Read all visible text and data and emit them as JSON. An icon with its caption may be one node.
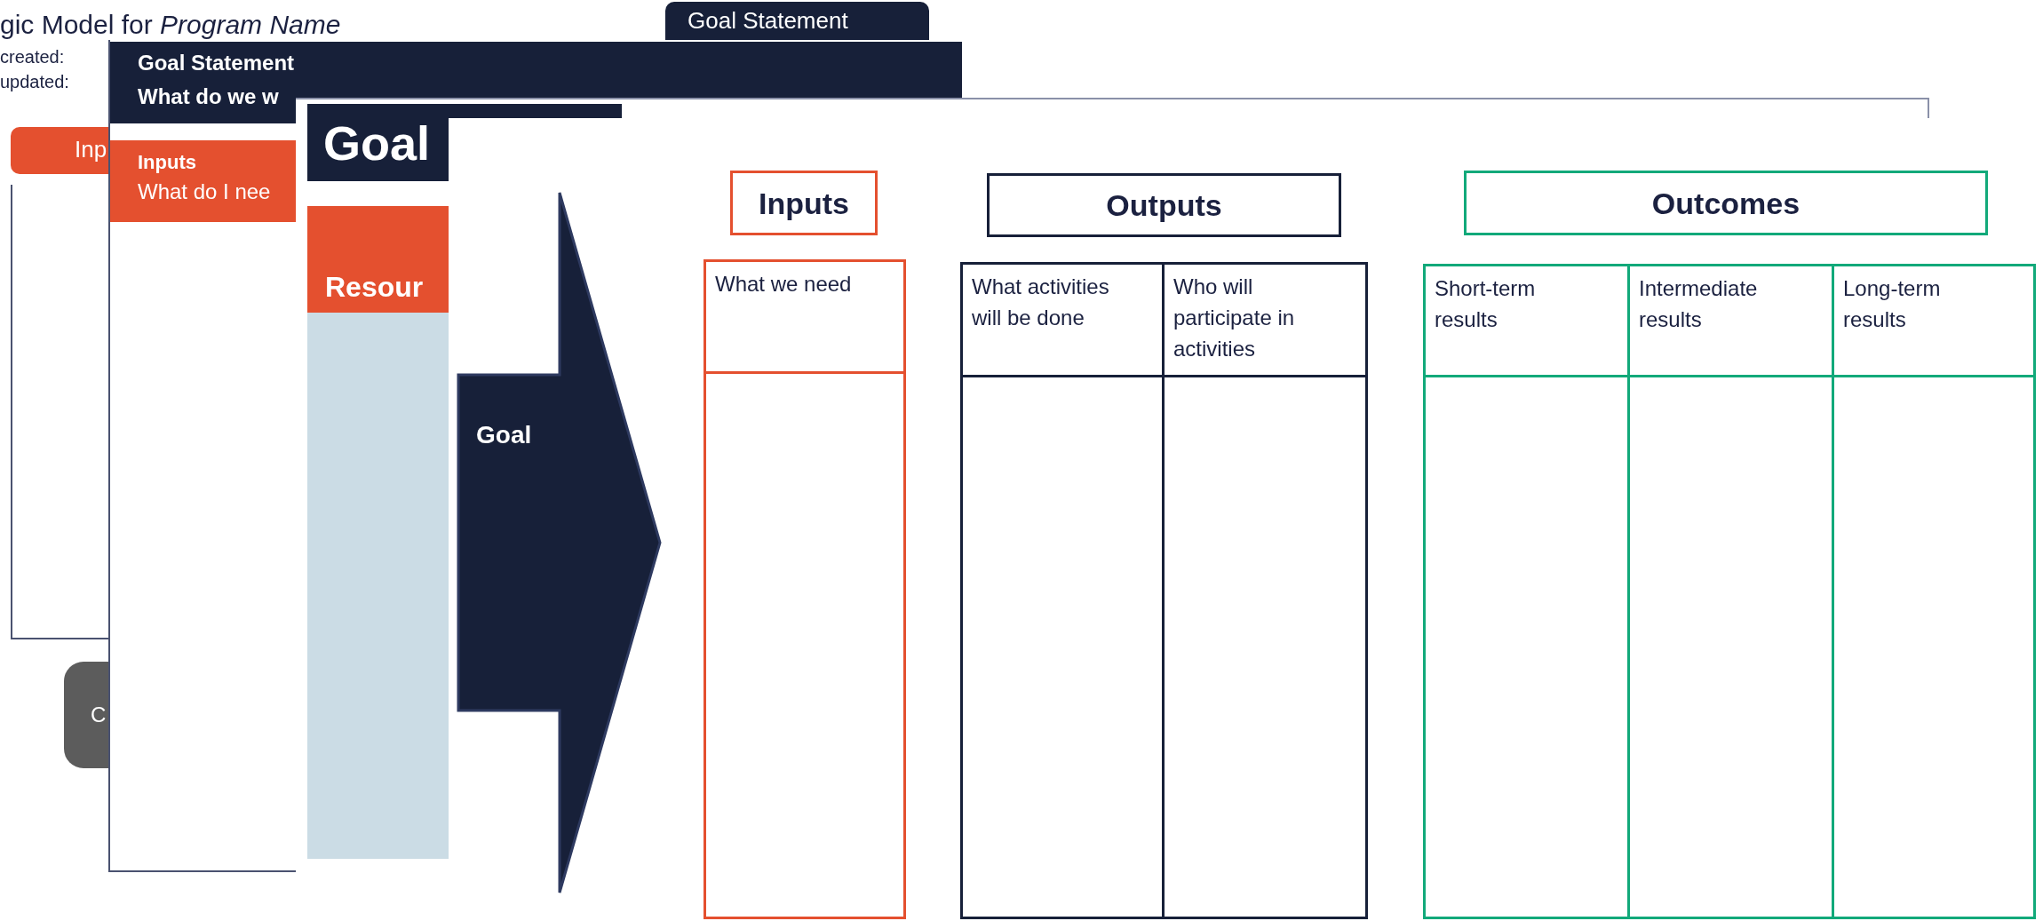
{
  "diagram": {
    "nodes": [
      {
        "text": [
          "Goal Statement"
        ]
      },
      {
        "text": [
          "Inp"
        ]
      },
      {
        "text": [
          "C"
        ]
      },
      {
        "text": [
          "Goal Statement",
          "What do we w"
        ]
      },
      {
        "text": [
          "Inputs",
          "What do I nee"
        ]
      },
      {
        "text": [
          "Goal"
        ]
      },
      {
        "text": [
          "Resour"
        ]
      },
      {
        "text": [
          "Goal"
        ]
      },
      {
        "text": [
          "Inputs"
        ]
      },
      {
        "text": [
          "Outputs"
        ]
      },
      {
        "text": [
          "Outcomes"
        ]
      },
      {
        "text": [
          "What we need"
        ]
      },
      {
        "text": [
          "What activities will be done"
        ]
      },
      {
        "text": [
          "Who will participate in activities"
        ]
      },
      {
        "text": [
          "Short-term results"
        ]
      },
      {
        "text": [
          "Intermediate results"
        ]
      },
      {
        "text": [
          "Long-term results"
        ]
      },
      {
        "text": [],
        "shape": "box"
      },
      {
        "text": [],
        "shape": "box"
      },
      {
        "text": [],
        "shape": "box"
      },
      {
        "text": [],
        "shape": "box"
      },
      {
        "text": [],
        "shape": "box"
      },
      {
        "text": [],
        "shape": "box"
      }
    ],
    "labels": [
      "gic Model for *Program Name*",
      "created:",
      "updated:"
    ]
  }
}
